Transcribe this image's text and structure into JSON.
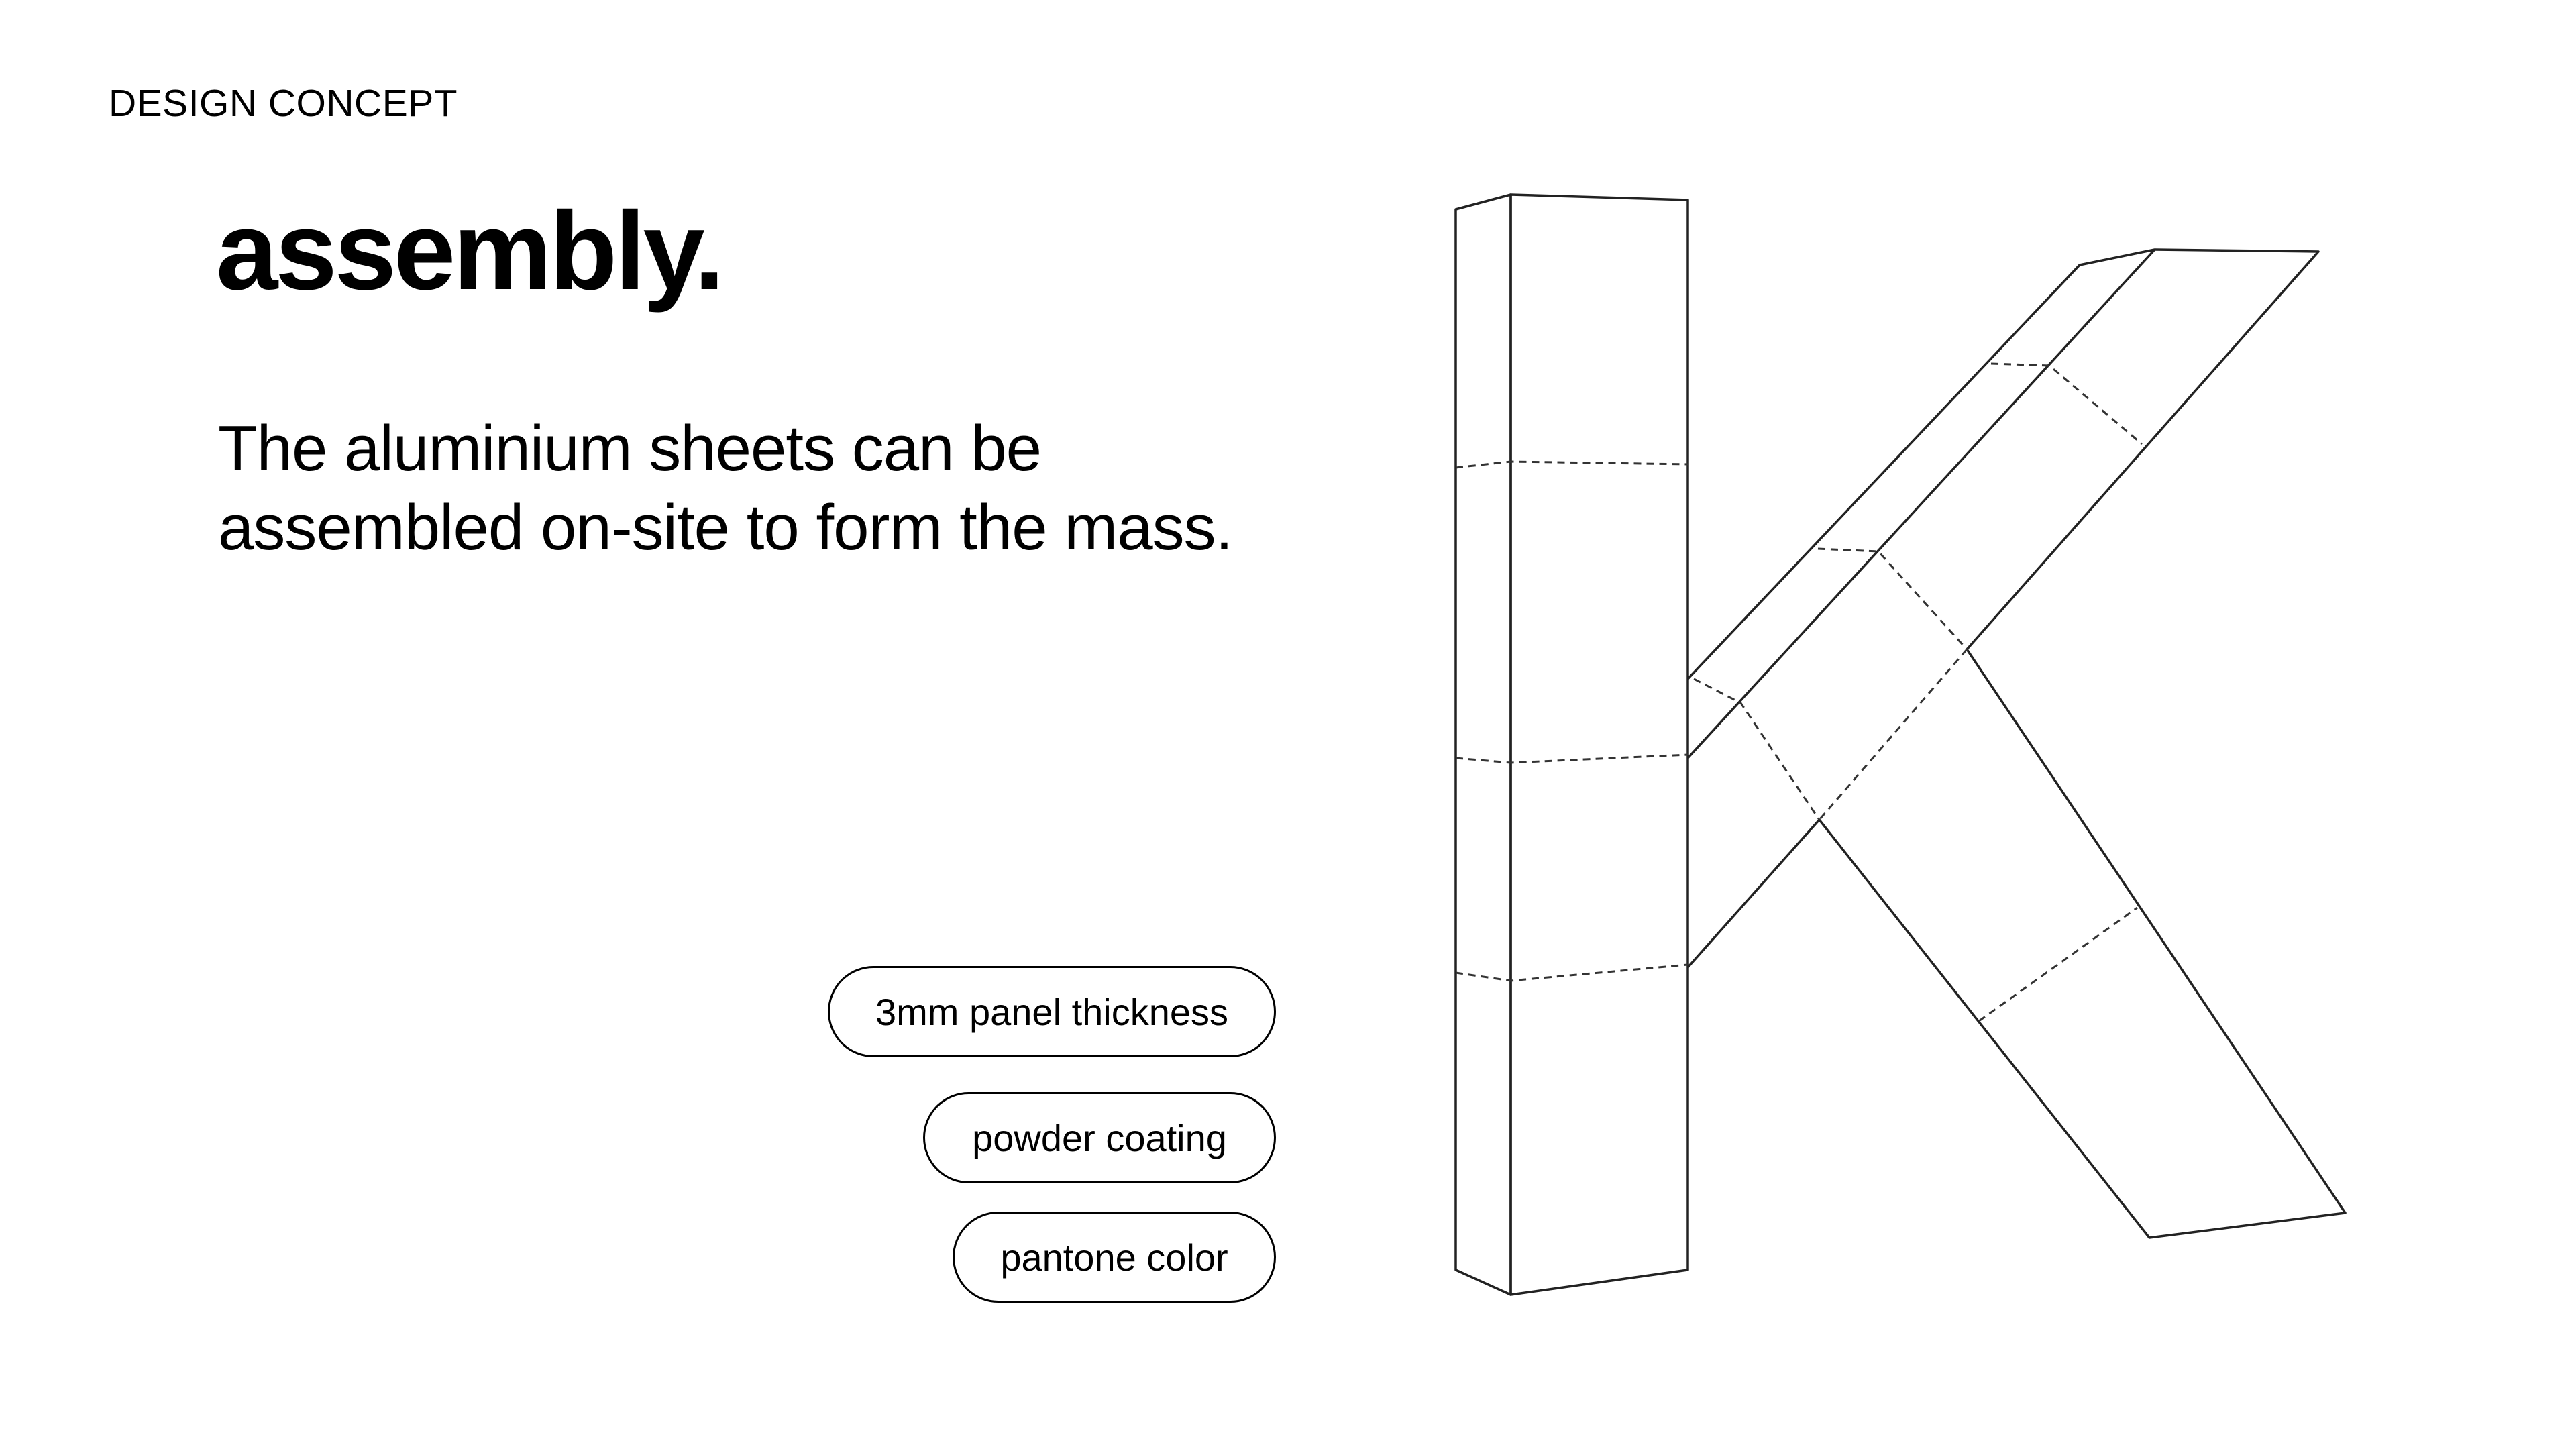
{
  "header": {
    "section_label": "DESIGN CONCEPT"
  },
  "main": {
    "title": "assembly.",
    "description_lines": [
      "The aluminium sheets can be",
      "assembled on-site to form the mass."
    ]
  },
  "tags": [
    {
      "label": "3mm panel thickness"
    },
    {
      "label": "powder coating"
    },
    {
      "label": "pantone color"
    }
  ],
  "colors": {
    "background": "#ffffff",
    "text": "#000000",
    "line": "#222222"
  }
}
